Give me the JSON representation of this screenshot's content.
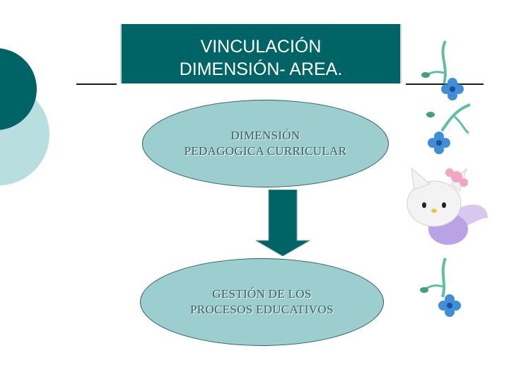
{
  "slide": {
    "title_line1": "VINCULACIÓN",
    "title_line2": "DIMENSIÓN- AREA."
  },
  "diagram": {
    "top_node": {
      "line1": "DIMENSIÓN",
      "line2": "PEDAGOGICA CURRICULAR"
    },
    "bottom_node": {
      "line1": "GESTIÓN DE LOS",
      "line2": "PROCESOS EDUCATIVOS"
    }
  },
  "colors": {
    "title_bg": "#006466",
    "ellipse_fill": "#9ccdcf",
    "arrow": "#006466",
    "flower": "#3f8fd8",
    "stem": "#5fc0a0"
  },
  "decorations": {
    "left_circles": "circle-shape",
    "flowers": "flower-icon",
    "cat": "cat-angel-icon"
  }
}
